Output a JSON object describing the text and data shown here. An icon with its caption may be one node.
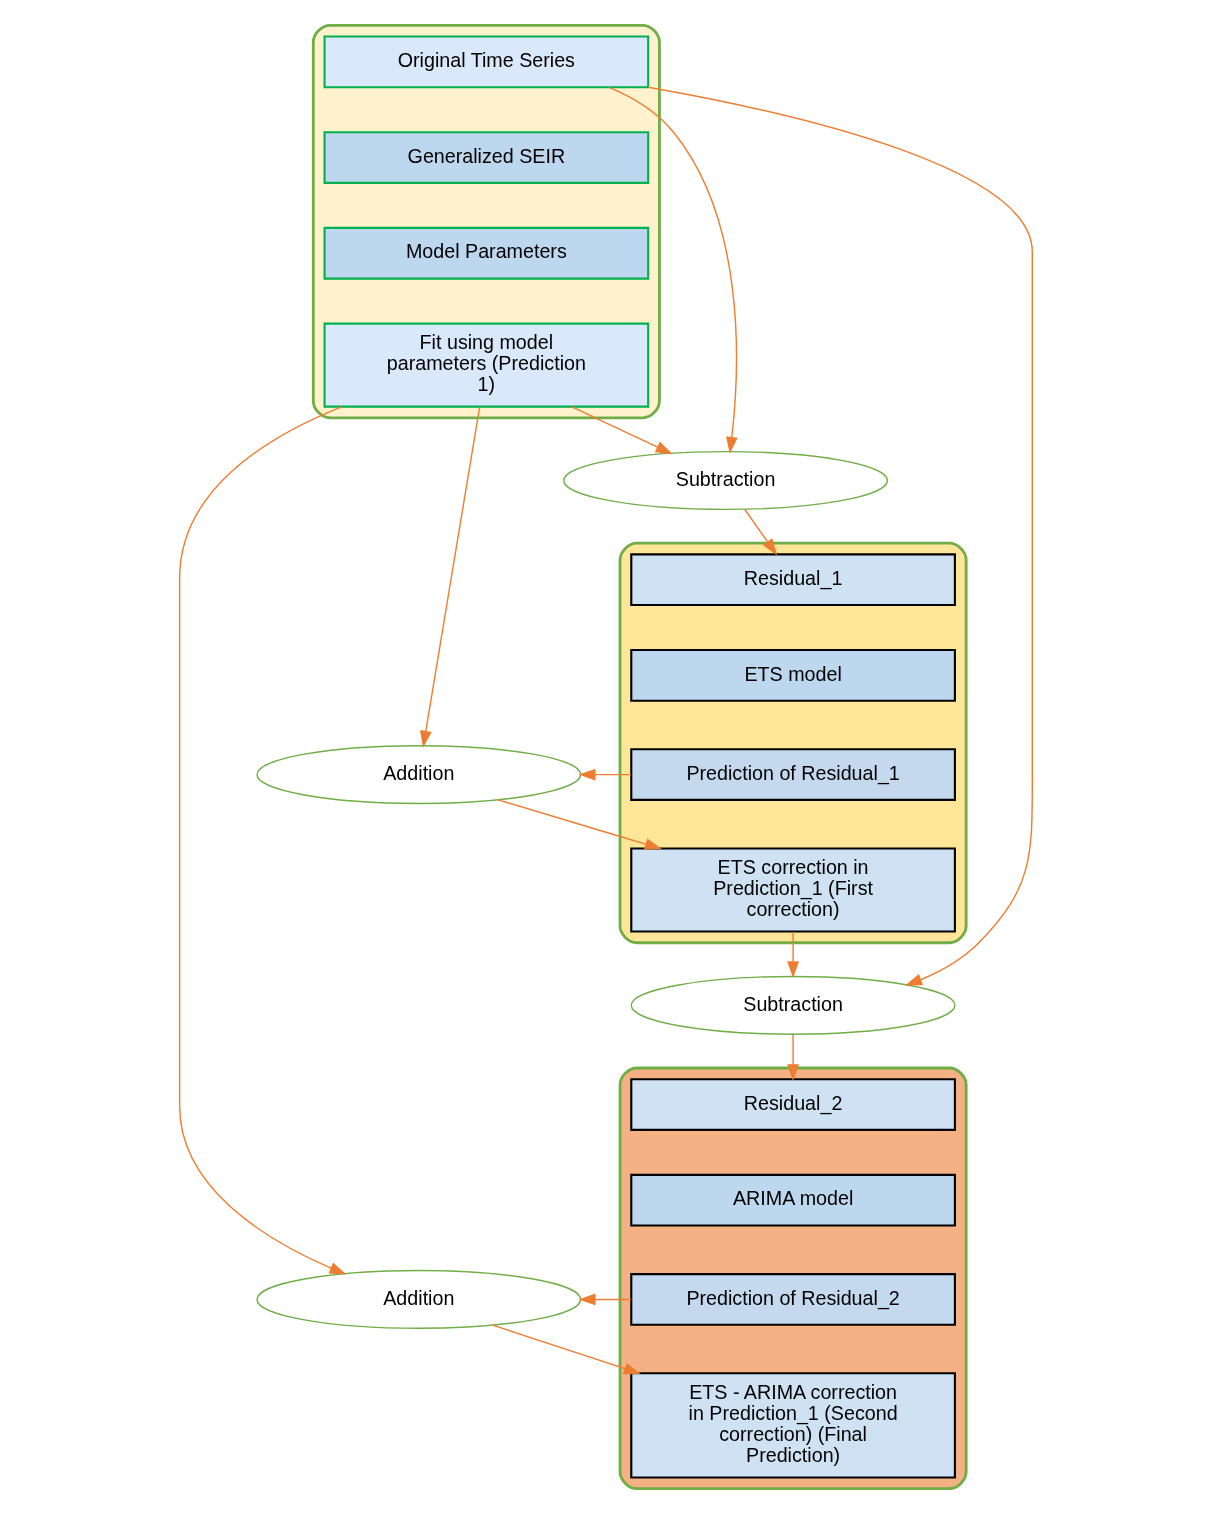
{
  "diagram": {
    "nodes": [
      {
        "text": [],
        "shape": "box"
      },
      {
        "text": [
          "Original Time Series"
        ],
        "in": 0
      },
      {
        "text": [
          "Generalized SEIR"
        ],
        "in": 0
      },
      {
        "text": [
          "Model Parameters"
        ],
        "in": 0
      },
      {
        "text": [
          "Fit using model parameters (Prediction 1)"
        ],
        "in": 0
      },
      {
        "text": [
          "Subtraction"
        ]
      },
      {
        "text": [],
        "shape": "box"
      },
      {
        "text": [
          "Residual_1"
        ],
        "in": 6
      },
      {
        "text": [
          "ETS model"
        ],
        "in": 6
      },
      {
        "text": [
          "Prediction of Residual_1"
        ],
        "in": 6
      },
      {
        "text": [
          "ETS correction in Prediction_1 (First correction)"
        ],
        "in": 6
      },
      {
        "text": [
          "Addition"
        ]
      },
      {
        "text": [
          "Subtraction"
        ]
      },
      {
        "text": [],
        "shape": "box"
      },
      {
        "text": [
          "Residual_2"
        ],
        "in": 13
      },
      {
        "text": [
          "ARIMA model"
        ],
        "in": 13
      },
      {
        "text": [
          "Prediction of Residual_2"
        ],
        "in": 13
      },
      {
        "text": [
          "ETS - ARIMA correction in Prediction_1 (Second correction) (Final Prediction)"
        ],
        "in": 13
      },
      {
        "text": [
          "Addition"
        ]
      }
    ],
    "edges": [
      {
        "from": 1,
        "to": 5,
        "arrow": "to"
      },
      {
        "from": 4,
        "to": 5,
        "arrow": "to"
      },
      {
        "from": 5,
        "to": 7,
        "arrow": "to"
      },
      {
        "from": 4,
        "to": 11,
        "arrow": "to"
      },
      {
        "from": 9,
        "to": 11,
        "arrow": "to"
      },
      {
        "from": 11,
        "to": 10,
        "arrow": "to"
      },
      {
        "from": 1,
        "to": 12,
        "arrow": "to"
      },
      {
        "from": 10,
        "to": 12,
        "arrow": "to"
      },
      {
        "from": 12,
        "to": 14,
        "arrow": "to"
      },
      {
        "from": 4,
        "to": 18,
        "arrow": "to"
      },
      {
        "from": 16,
        "to": 18,
        "arrow": "to"
      },
      {
        "from": 18,
        "to": 17,
        "arrow": "to"
      }
    ]
  }
}
